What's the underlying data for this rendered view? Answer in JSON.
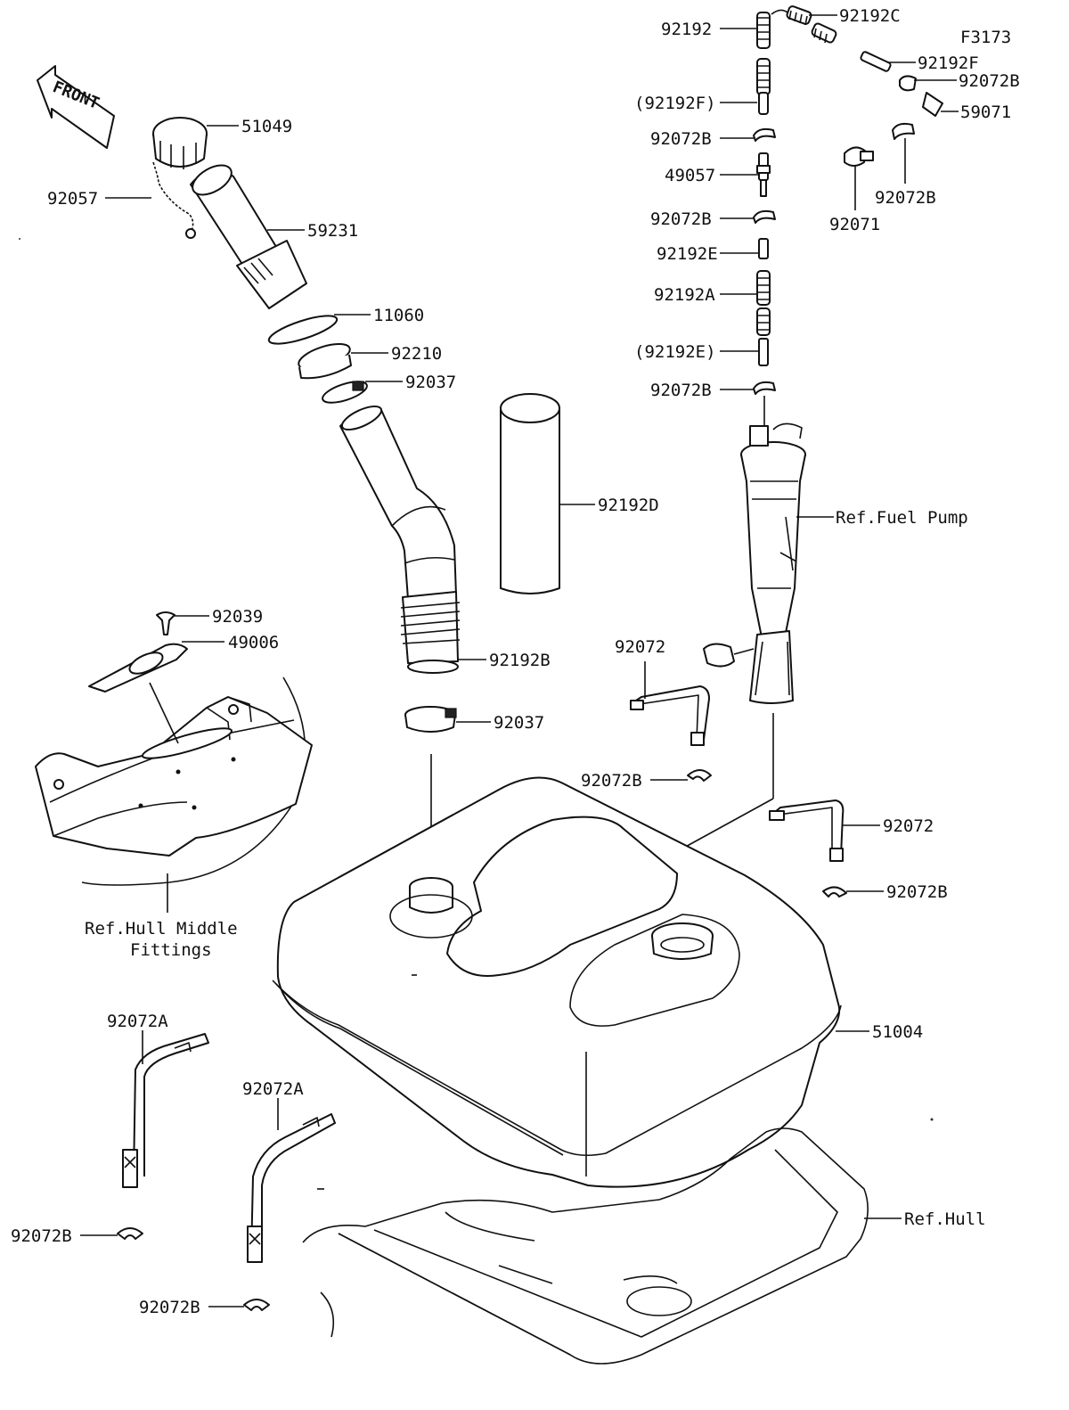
{
  "figure_code": "F3173",
  "front_arrow": "FRONT",
  "labels": {
    "p51049": "51049",
    "p92057": "92057",
    "p59231": "59231",
    "p11060": "11060",
    "p92210": "92210",
    "p92037a": "92037",
    "p92192D": "92192D",
    "p92039": "92039",
    "p49006": "49006",
    "p92192B": "92192B",
    "p92037b": "92037",
    "refHullMiddle1": "Ref.Hull Middle",
    "refHullMiddle2": "Fittings",
    "p92192": "92192",
    "p92192C": "92192C",
    "p92192F": "92192F",
    "p92192Fp": "(92192F)",
    "p92072B_1": "92072B",
    "p59071": "59071",
    "p92072B_2": "92072B",
    "p49057": "49057",
    "p92071": "92071",
    "p92072B_3": "92072B",
    "p92072B_4": "92072B",
    "p92192E": "92192E",
    "p92192A": "92192A",
    "p92192Ep": "(92192E)",
    "p92072B_5": "92072B",
    "refFuelPump": "Ref.Fuel Pump",
    "p92072a": "92072",
    "p92072B_6": "92072B",
    "p92072b": "92072",
    "p92072B_7": "92072B",
    "p51004": "51004",
    "p92072A_1": "92072A",
    "p92072A_2": "92072A",
    "p92072B_8": "92072B",
    "p92072B_9": "92072B",
    "refHull": "Ref.Hull"
  }
}
